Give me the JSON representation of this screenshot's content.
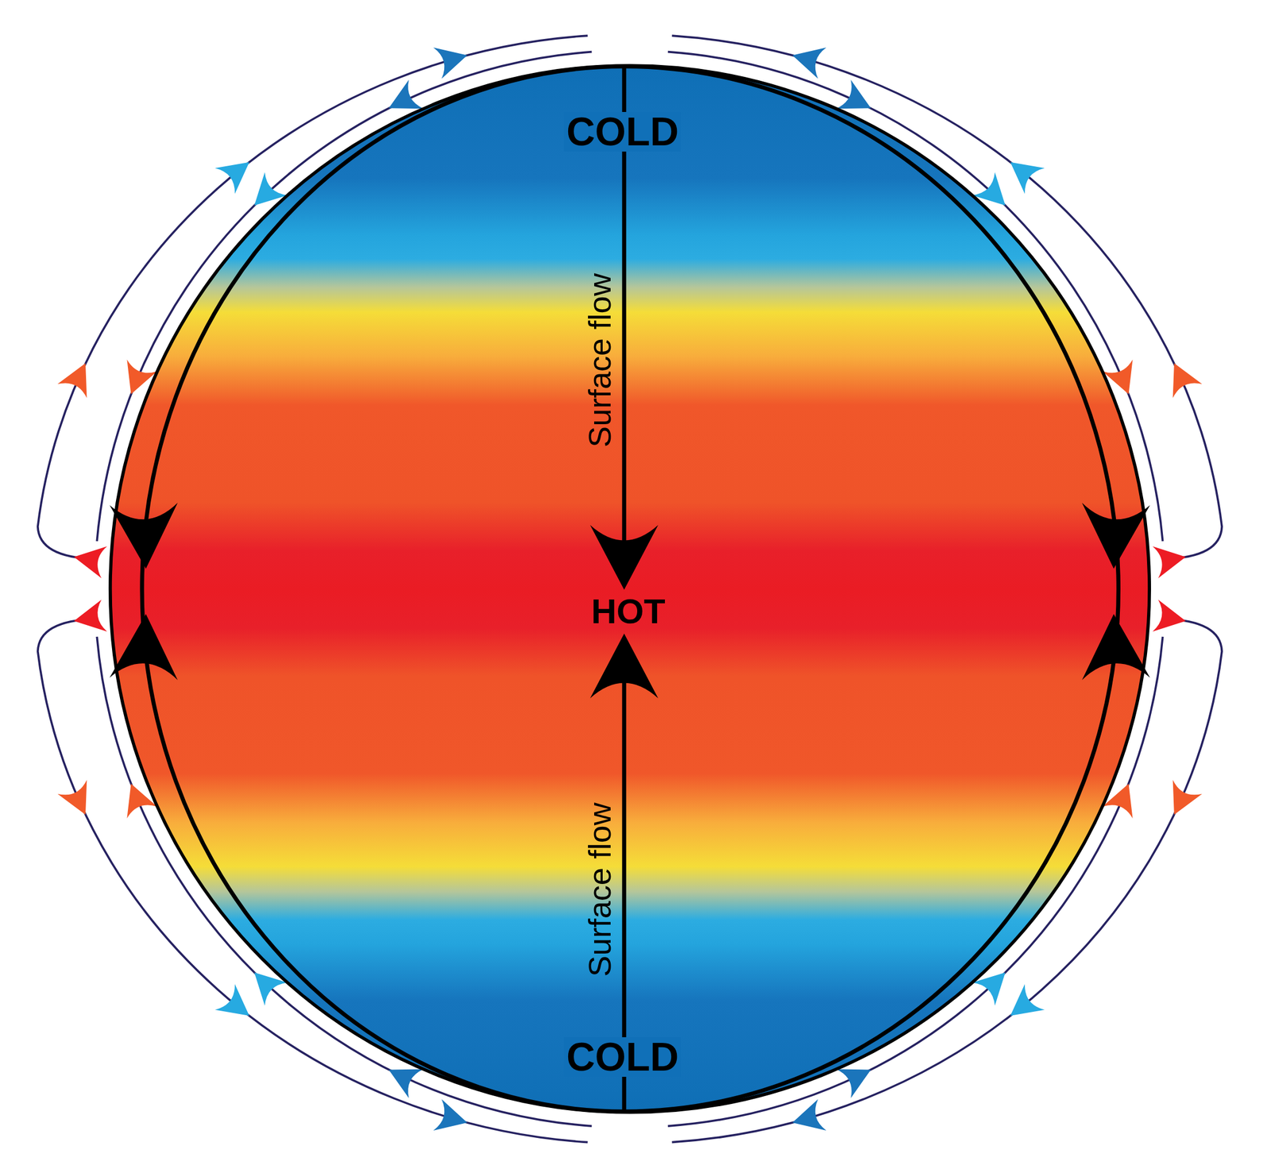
{
  "diagram": {
    "labels": [
      "COLD",
      "Surface flow",
      "HOT",
      "Surface flow",
      "COLD"
    ]
  }
}
